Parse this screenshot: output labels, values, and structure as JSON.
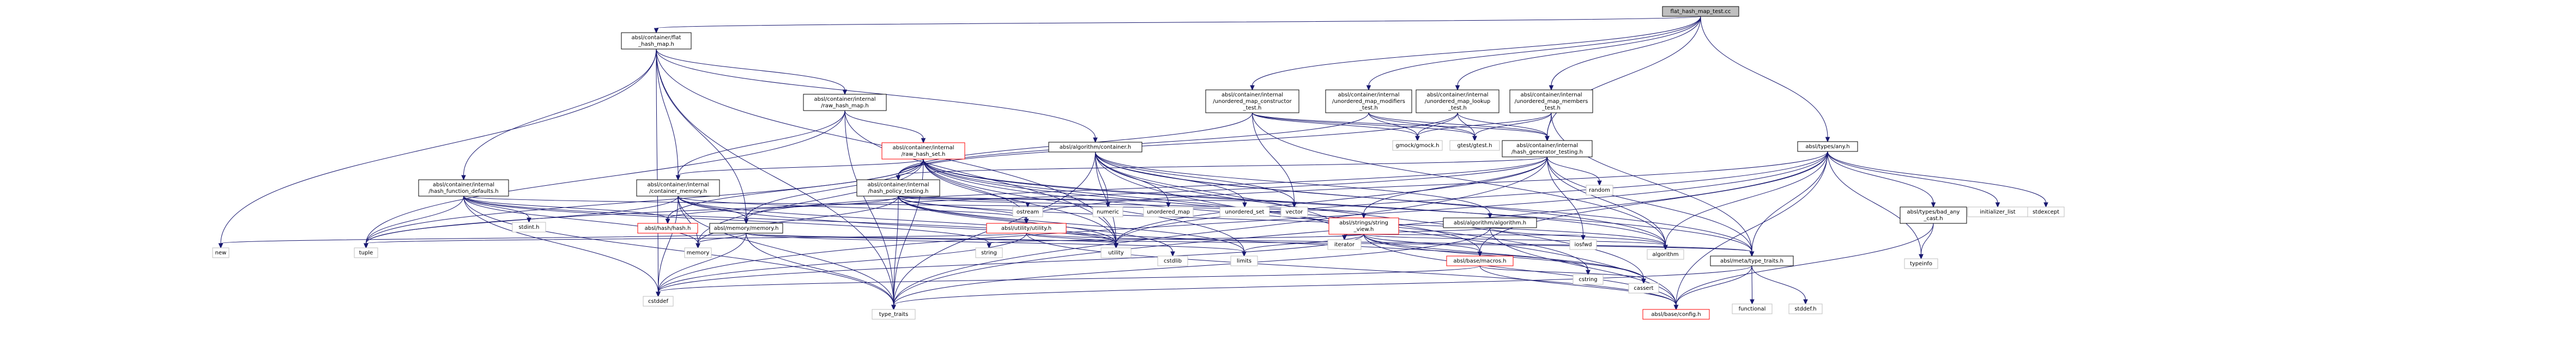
{
  "graph": {
    "colors": {
      "edge": "#191970",
      "root_fill": "#bfbfbf",
      "doc_border": "#000000",
      "incomplete_border": "#ff0000",
      "system_border": "#bfbfbf",
      "background": "#ffffff"
    },
    "nodes": [
      {
        "id": "root",
        "lines": [
          "flat_hash_map_test.cc"
        ],
        "kind": "root"
      },
      {
        "id": "flat_hash_map_h",
        "lines": [
          "absl/container/flat",
          "_hash_map.h"
        ],
        "kind": "doc"
      },
      {
        "id": "umap_ctor",
        "lines": [
          "absl/container/internal",
          "/unordered_map_constructor",
          "_test.h"
        ],
        "kind": "doc"
      },
      {
        "id": "umap_mod",
        "lines": [
          "absl/container/internal",
          "/unordered_map_modifiers",
          "_test.h"
        ],
        "kind": "doc"
      },
      {
        "id": "umap_lookup",
        "lines": [
          "absl/container/internal",
          "/unordered_map_lookup",
          "_test.h"
        ],
        "kind": "doc"
      },
      {
        "id": "umap_members",
        "lines": [
          "absl/container/internal",
          "/unordered_map_members",
          "_test.h"
        ],
        "kind": "doc"
      },
      {
        "id": "types_any",
        "lines": [
          "absl/types/any.h"
        ],
        "kind": "doc"
      },
      {
        "id": "raw_hash_map",
        "lines": [
          "absl/container/internal",
          "/raw_hash_map.h"
        ],
        "kind": "doc"
      },
      {
        "id": "algo_container",
        "lines": [
          "absl/algorithm/container.h"
        ],
        "kind": "doc"
      },
      {
        "id": "gmock",
        "lines": [
          "gmock/gmock.h"
        ],
        "kind": "sys"
      },
      {
        "id": "gtest",
        "lines": [
          "gtest/gtest.h"
        ],
        "kind": "sys"
      },
      {
        "id": "hash_gen",
        "lines": [
          "absl/container/internal",
          "/hash_generator_testing.h"
        ],
        "kind": "doc"
      },
      {
        "id": "raw_hash_set",
        "lines": [
          "absl/container/internal",
          "/raw_hash_set.h"
        ],
        "kind": "red"
      },
      {
        "id": "hash_policy_testing",
        "lines": [
          "absl/container/internal",
          "/hash_policy_testing.h"
        ],
        "kind": "doc"
      },
      {
        "id": "hash_func_defaults",
        "lines": [
          "absl/container/internal",
          "/hash_function_defaults.h"
        ],
        "kind": "doc"
      },
      {
        "id": "container_memory",
        "lines": [
          "absl/container/internal",
          "/container_memory.h"
        ],
        "kind": "doc"
      },
      {
        "id": "random",
        "lines": [
          "random"
        ],
        "kind": "sys"
      },
      {
        "id": "bad_any_cast",
        "lines": [
          "absl/types/bad_any",
          "_cast.h"
        ],
        "kind": "doc"
      },
      {
        "id": "initializer_list",
        "lines": [
          "initializer_list"
        ],
        "kind": "sys"
      },
      {
        "id": "stdexcept",
        "lines": [
          "stdexcept"
        ],
        "kind": "sys"
      },
      {
        "id": "hash_hash",
        "lines": [
          "absl/hash/hash.h"
        ],
        "kind": "red"
      },
      {
        "id": "memory_memory",
        "lines": [
          "absl/memory/memory.h"
        ],
        "kind": "doc"
      },
      {
        "id": "utility_utility",
        "lines": [
          "absl/utility/utility.h"
        ],
        "kind": "red"
      },
      {
        "id": "ostream",
        "lines": [
          "ostream"
        ],
        "kind": "sys"
      },
      {
        "id": "numeric",
        "lines": [
          "numeric"
        ],
        "kind": "sys"
      },
      {
        "id": "unordered_map",
        "lines": [
          "unordered_map"
        ],
        "kind": "sys"
      },
      {
        "id": "unordered_set",
        "lines": [
          "unordered_set"
        ],
        "kind": "sys"
      },
      {
        "id": "strings_view",
        "lines": [
          "absl/strings/string",
          "_view.h"
        ],
        "kind": "red"
      },
      {
        "id": "algo_algorithm",
        "lines": [
          "absl/algorithm/algorithm.h"
        ],
        "kind": "doc"
      },
      {
        "id": "stdint",
        "lines": [
          "stdint.h"
        ],
        "kind": "sys"
      },
      {
        "id": "vector",
        "lines": [
          "vector"
        ],
        "kind": "sys"
      },
      {
        "id": "typeinfo",
        "lines": [
          "typeinfo"
        ],
        "kind": "sys"
      },
      {
        "id": "new",
        "lines": [
          "new"
        ],
        "kind": "sys"
      },
      {
        "id": "tuple",
        "lines": [
          "tuple"
        ],
        "kind": "sys"
      },
      {
        "id": "memory",
        "lines": [
          "memory"
        ],
        "kind": "sys"
      },
      {
        "id": "string",
        "lines": [
          "string"
        ],
        "kind": "sys"
      },
      {
        "id": "utility",
        "lines": [
          "utility"
        ],
        "kind": "sys"
      },
      {
        "id": "cstdlib",
        "lines": [
          "cstdlib"
        ],
        "kind": "sys"
      },
      {
        "id": "limits",
        "lines": [
          "limits"
        ],
        "kind": "sys"
      },
      {
        "id": "iterator",
        "lines": [
          "iterator"
        ],
        "kind": "sys"
      },
      {
        "id": "base_macros",
        "lines": [
          "absl/base/macros.h"
        ],
        "kind": "red"
      },
      {
        "id": "cstddef",
        "lines": [
          "cstddef"
        ],
        "kind": "sys"
      },
      {
        "id": "algorithm",
        "lines": [
          "algorithm"
        ],
        "kind": "sys"
      },
      {
        "id": "cassert",
        "lines": [
          "cassert"
        ],
        "kind": "sys"
      },
      {
        "id": "cstring",
        "lines": [
          "cstring"
        ],
        "kind": "sys"
      },
      {
        "id": "iosfwd",
        "lines": [
          "iosfwd"
        ],
        "kind": "sys"
      },
      {
        "id": "type_traits_h",
        "lines": [
          "absl/meta/type_traits.h"
        ],
        "kind": "doc"
      },
      {
        "id": "base_config",
        "lines": [
          "absl/base/config.h"
        ],
        "kind": "red"
      },
      {
        "id": "type_traits",
        "lines": [
          "type_traits"
        ],
        "kind": "sys"
      },
      {
        "id": "functional",
        "lines": [
          "functional"
        ],
        "kind": "sys"
      },
      {
        "id": "stddef",
        "lines": [
          "stddef.h"
        ],
        "kind": "sys"
      }
    ],
    "edges": [
      [
        "root",
        "flat_hash_map_h"
      ],
      [
        "root",
        "umap_ctor"
      ],
      [
        "root",
        "umap_mod"
      ],
      [
        "root",
        "umap_lookup"
      ],
      [
        "root",
        "umap_members"
      ],
      [
        "root",
        "types_any"
      ],
      [
        "root",
        "hash_gen"
      ],
      [
        "flat_hash_map_h",
        "raw_hash_map"
      ],
      [
        "flat_hash_map_h",
        "algo_container"
      ],
      [
        "flat_hash_map_h",
        "hash_func_defaults"
      ],
      [
        "flat_hash_map_h",
        "container_memory"
      ],
      [
        "flat_hash_map_h",
        "memory_memory"
      ],
      [
        "flat_hash_map_h",
        "new"
      ],
      [
        "flat_hash_map_h",
        "cstddef"
      ],
      [
        "flat_hash_map_h",
        "type_traits"
      ],
      [
        "flat_hash_map_h",
        "utility"
      ],
      [
        "umap_ctor",
        "gmock"
      ],
      [
        "umap_ctor",
        "gtest"
      ],
      [
        "umap_ctor",
        "hash_gen"
      ],
      [
        "umap_ctor",
        "hash_policy_testing"
      ],
      [
        "umap_ctor",
        "algorithm"
      ],
      [
        "umap_ctor",
        "vector"
      ],
      [
        "umap_mod",
        "gmock"
      ],
      [
        "umap_mod",
        "gtest"
      ],
      [
        "umap_mod",
        "hash_gen"
      ],
      [
        "umap_mod",
        "hash_policy_testing"
      ],
      [
        "umap_lookup",
        "gmock"
      ],
      [
        "umap_lookup",
        "gtest"
      ],
      [
        "umap_lookup",
        "hash_gen"
      ],
      [
        "umap_lookup",
        "hash_policy_testing"
      ],
      [
        "umap_members",
        "gmock"
      ],
      [
        "umap_members",
        "gtest"
      ],
      [
        "umap_members",
        "hash_gen"
      ],
      [
        "umap_members",
        "type_traits_h"
      ],
      [
        "types_any",
        "bad_any_cast"
      ],
      [
        "types_any",
        "initializer_list"
      ],
      [
        "types_any",
        "stdexcept"
      ],
      [
        "types_any",
        "type_traits_h"
      ],
      [
        "types_any",
        "utility_utility"
      ],
      [
        "types_any",
        "typeinfo"
      ],
      [
        "types_any",
        "algorithm"
      ],
      [
        "types_any",
        "cstddef"
      ],
      [
        "types_any",
        "type_traits"
      ],
      [
        "types_any",
        "utility"
      ],
      [
        "types_any",
        "base_macros"
      ],
      [
        "types_any",
        "base_config"
      ],
      [
        "raw_hash_map",
        "raw_hash_set"
      ],
      [
        "raw_hash_map",
        "container_memory"
      ],
      [
        "raw_hash_map",
        "tuple"
      ],
      [
        "raw_hash_map",
        "type_traits"
      ],
      [
        "raw_hash_map",
        "utility"
      ],
      [
        "algo_container",
        "algo_algorithm"
      ],
      [
        "algo_container",
        "type_traits_h"
      ],
      [
        "algo_container",
        "base_config"
      ],
      [
        "algo_container",
        "algorithm"
      ],
      [
        "algo_container",
        "cassert"
      ],
      [
        "algo_container",
        "iterator"
      ],
      [
        "algo_container",
        "numeric"
      ],
      [
        "algo_container",
        "unordered_map"
      ],
      [
        "algo_container",
        "unordered_set"
      ],
      [
        "algo_container",
        "utility"
      ],
      [
        "algo_container",
        "vector"
      ],
      [
        "algo_container",
        "type_traits"
      ],
      [
        "hash_gen",
        "hash_policy_testing"
      ],
      [
        "hash_gen",
        "strings_view"
      ],
      [
        "hash_gen",
        "random"
      ],
      [
        "hash_gen",
        "type_traits_h"
      ],
      [
        "hash_gen",
        "memory_memory"
      ],
      [
        "hash_gen",
        "algorithm"
      ],
      [
        "hash_gen",
        "iosfwd"
      ],
      [
        "hash_gen",
        "tuple"
      ],
      [
        "hash_gen",
        "type_traits"
      ],
      [
        "hash_gen",
        "utility"
      ],
      [
        "raw_hash_set",
        "container_memory"
      ],
      [
        "raw_hash_set",
        "hash_hash"
      ],
      [
        "raw_hash_set",
        "memory_memory"
      ],
      [
        "raw_hash_set",
        "utility_utility"
      ],
      [
        "raw_hash_set",
        "type_traits_h"
      ],
      [
        "raw_hash_set",
        "base_macros"
      ],
      [
        "raw_hash_set",
        "algorithm"
      ],
      [
        "raw_hash_set",
        "cmath"
      ],
      [
        "raw_hash_set",
        "cstring"
      ],
      [
        "raw_hash_set",
        "iterator"
      ],
      [
        "raw_hash_set",
        "limits"
      ],
      [
        "raw_hash_set",
        "memory"
      ],
      [
        "raw_hash_set",
        "tuple"
      ],
      [
        "raw_hash_set",
        "type_traits"
      ],
      [
        "raw_hash_set",
        "utility"
      ],
      [
        "hash_policy_testing",
        "ostream"
      ],
      [
        "hash_policy_testing",
        "vector"
      ],
      [
        "hash_policy_testing",
        "unordered_map"
      ],
      [
        "hash_policy_testing",
        "memory"
      ],
      [
        "hash_policy_testing",
        "utility"
      ],
      [
        "hash_policy_testing",
        "limits"
      ],
      [
        "hash_policy_testing",
        "cstdlib"
      ],
      [
        "hash_policy_testing",
        "type_traits"
      ],
      [
        "hash_policy_testing",
        "utility_utility"
      ],
      [
        "hash_policy_testing",
        "algorithm"
      ],
      [
        "hash_policy_testing",
        "strings_view"
      ],
      [
        "hash_policy_testing",
        "hash_hash"
      ],
      [
        "hash_func_defaults",
        "stdint"
      ],
      [
        "hash_func_defaults",
        "cstddef"
      ],
      [
        "hash_func_defaults",
        "memory"
      ],
      [
        "hash_func_defaults",
        "string"
      ],
      [
        "hash_func_defaults",
        "type_traits"
      ],
      [
        "hash_func_defaults",
        "hash_hash"
      ],
      [
        "hash_func_defaults",
        "strings_view"
      ],
      [
        "hash_func_defaults",
        "tuple"
      ],
      [
        "hash_func_defaults",
        "utility"
      ],
      [
        "container_memory",
        "memory_memory"
      ],
      [
        "container_memory",
        "utility_utility"
      ],
      [
        "container_memory",
        "cassert"
      ],
      [
        "container_memory",
        "cstddef"
      ],
      [
        "container_memory",
        "memory"
      ],
      [
        "container_memory",
        "tuple"
      ],
      [
        "container_memory",
        "type_traits"
      ],
      [
        "container_memory",
        "utility"
      ],
      [
        "bad_any_cast",
        "typeinfo"
      ],
      [
        "bad_any_cast",
        "base_config"
      ],
      [
        "memory_memory",
        "type_traits_h"
      ],
      [
        "memory_memory",
        "cstddef"
      ],
      [
        "memory_memory",
        "limits"
      ],
      [
        "memory_memory",
        "memory"
      ],
      [
        "memory_memory",
        "new"
      ],
      [
        "memory_memory",
        "type_traits"
      ],
      [
        "memory_memory",
        "utility"
      ],
      [
        "utility_utility",
        "cstddef"
      ],
      [
        "utility_utility",
        "tuple"
      ],
      [
        "utility_utility",
        "utility"
      ],
      [
        "utility_utility",
        "type_traits_h"
      ],
      [
        "utility_utility",
        "base_config"
      ],
      [
        "strings_view",
        "base_macros"
      ],
      [
        "strings_view",
        "algorithm"
      ],
      [
        "strings_view",
        "cassert"
      ],
      [
        "strings_view",
        "cstddef"
      ],
      [
        "strings_view",
        "cstring"
      ],
      [
        "strings_view",
        "iosfwd"
      ],
      [
        "strings_view",
        "iterator"
      ],
      [
        "strings_view",
        "limits"
      ],
      [
        "strings_view",
        "string"
      ],
      [
        "strings_view",
        "base_config"
      ],
      [
        "algo_algorithm",
        "algorithm"
      ],
      [
        "algo_algorithm",
        "iterator"
      ],
      [
        "algo_algorithm",
        "type_traits"
      ],
      [
        "algo_algorithm",
        "base_config"
      ],
      [
        "base_macros",
        "cstddef"
      ],
      [
        "base_macros",
        "cassert"
      ],
      [
        "base_macros",
        "base_config"
      ],
      [
        "type_traits_h",
        "stddef"
      ],
      [
        "type_traits_h",
        "functional"
      ],
      [
        "type_traits_h",
        "type_traits"
      ],
      [
        "type_traits_h",
        "base_config"
      ]
    ]
  }
}
